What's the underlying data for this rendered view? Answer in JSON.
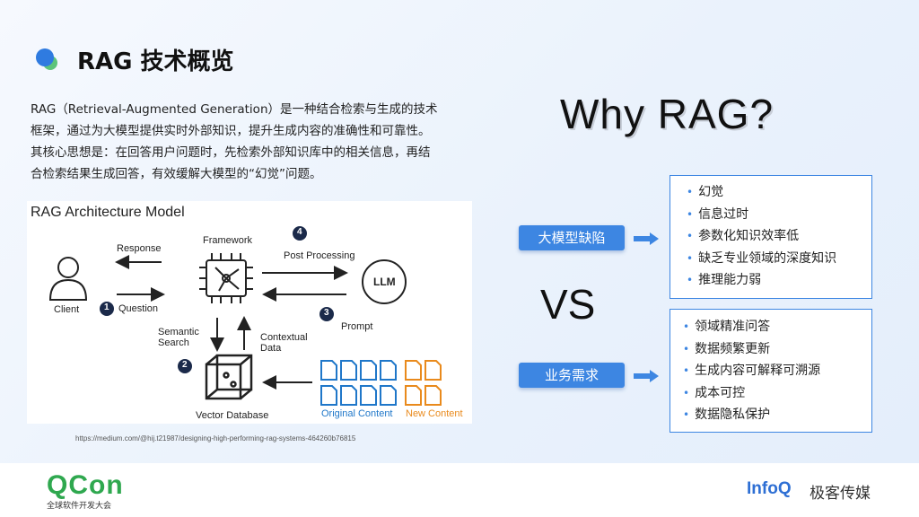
{
  "header": {
    "title": "RAG 技术概览"
  },
  "intro": {
    "lines": [
      "RAG（Retrieval-Augmented Generation）是一种结合检索与生成的技术",
      "框架，通过为大模型提供实时外部知识，提升生成内容的准确性和可靠性。",
      "其核心思想是：在回答用户问题时，先检索外部知识库中的相关信息，再结",
      "合检索结果生成回答，有效缓解大模型的“幻觉”问题。"
    ]
  },
  "architecture": {
    "title": "RAG Architecture Model",
    "labels": {
      "response": "Response",
      "framework": "Framework",
      "post_processing": "Post Processing",
      "client": "Client",
      "question": "Question",
      "llm": "LLM",
      "prompt": "Prompt",
      "semantic_search": "Semantic\nSearch",
      "contextual_data": "Contextual\nData",
      "vector_database": "Vector Database",
      "original_content": "Original Content",
      "new_content": "New Content"
    },
    "steps": [
      "1",
      "2",
      "3",
      "4"
    ],
    "colors": {
      "original": "#1f77c9",
      "new": "#e98a1c",
      "step": "#1b2a4a"
    }
  },
  "source": "https://medium.com/@hij.t21987/designing-high-performing-rag-systems-464260b76815",
  "why": {
    "heading": "Why RAG?",
    "vs": "VS"
  },
  "llm_defects": {
    "tag": "大模型缺陷",
    "items": [
      "幻觉",
      "信息过时",
      "参数化知识效率低",
      "缺乏专业领域的深度知识",
      "推理能力弱"
    ]
  },
  "business_needs": {
    "tag": "业务需求",
    "items": [
      "领域精准问答",
      "数据频繁更新",
      "生成内容可解释可溯源",
      "成本可控",
      "数据隐私保护"
    ]
  },
  "footer": {
    "qcon_logo": "QCon",
    "qcon_sub": "全球软件开发大会",
    "infoq": "InfoQ",
    "jike": "极客传媒"
  },
  "accent_color": "#3d86e2"
}
